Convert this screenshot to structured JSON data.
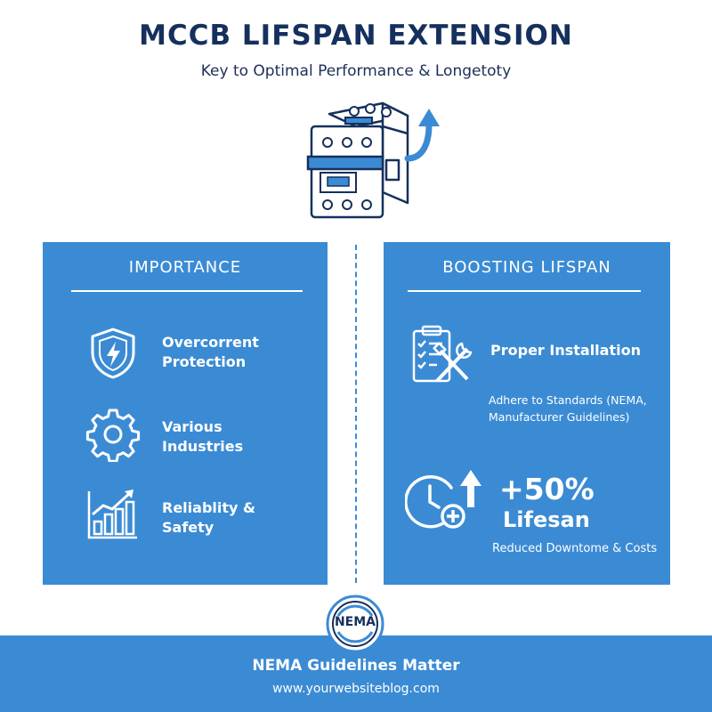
{
  "header": {
    "title": "MCCB LIFSPAN EXTENSION",
    "subtitle": "Key to Optimal Performance & Longetoty"
  },
  "hero": {
    "icon": "circuit-breaker-icon",
    "accent_icon": "up-arrow-icon"
  },
  "importance": {
    "heading": "IMPORTANCE",
    "items": [
      {
        "icon": "shield-bolt-icon",
        "line1": "Overcorrent",
        "line2": "Protection"
      },
      {
        "icon": "gear-icon",
        "line1": "Various",
        "line2": "Industries"
      },
      {
        "icon": "growth-chart-icon",
        "line1": "Reliablity &",
        "line2": "Safety"
      }
    ]
  },
  "boosting": {
    "heading": "BOOSTING LIFSPAN",
    "installation": {
      "icon": "checklist-tools-icon",
      "title": "Proper Installation",
      "desc_line1": "Adhere to Standards (NEMA,",
      "desc_line2": "Manufacturer Guidelines)"
    },
    "lifespan": {
      "icon": "clock-plus-icon",
      "value": "+50%",
      "label": "Lifesan",
      "desc": "Reduced Downtome & Costs"
    }
  },
  "footer": {
    "badge": "NEMA",
    "title": "NEMA Guidelines Matter",
    "url": "www.yourwebsiteblog.com"
  },
  "colors": {
    "primary_blue": "#3b8bd4",
    "navy": "#16305d",
    "white": "#ffffff"
  }
}
